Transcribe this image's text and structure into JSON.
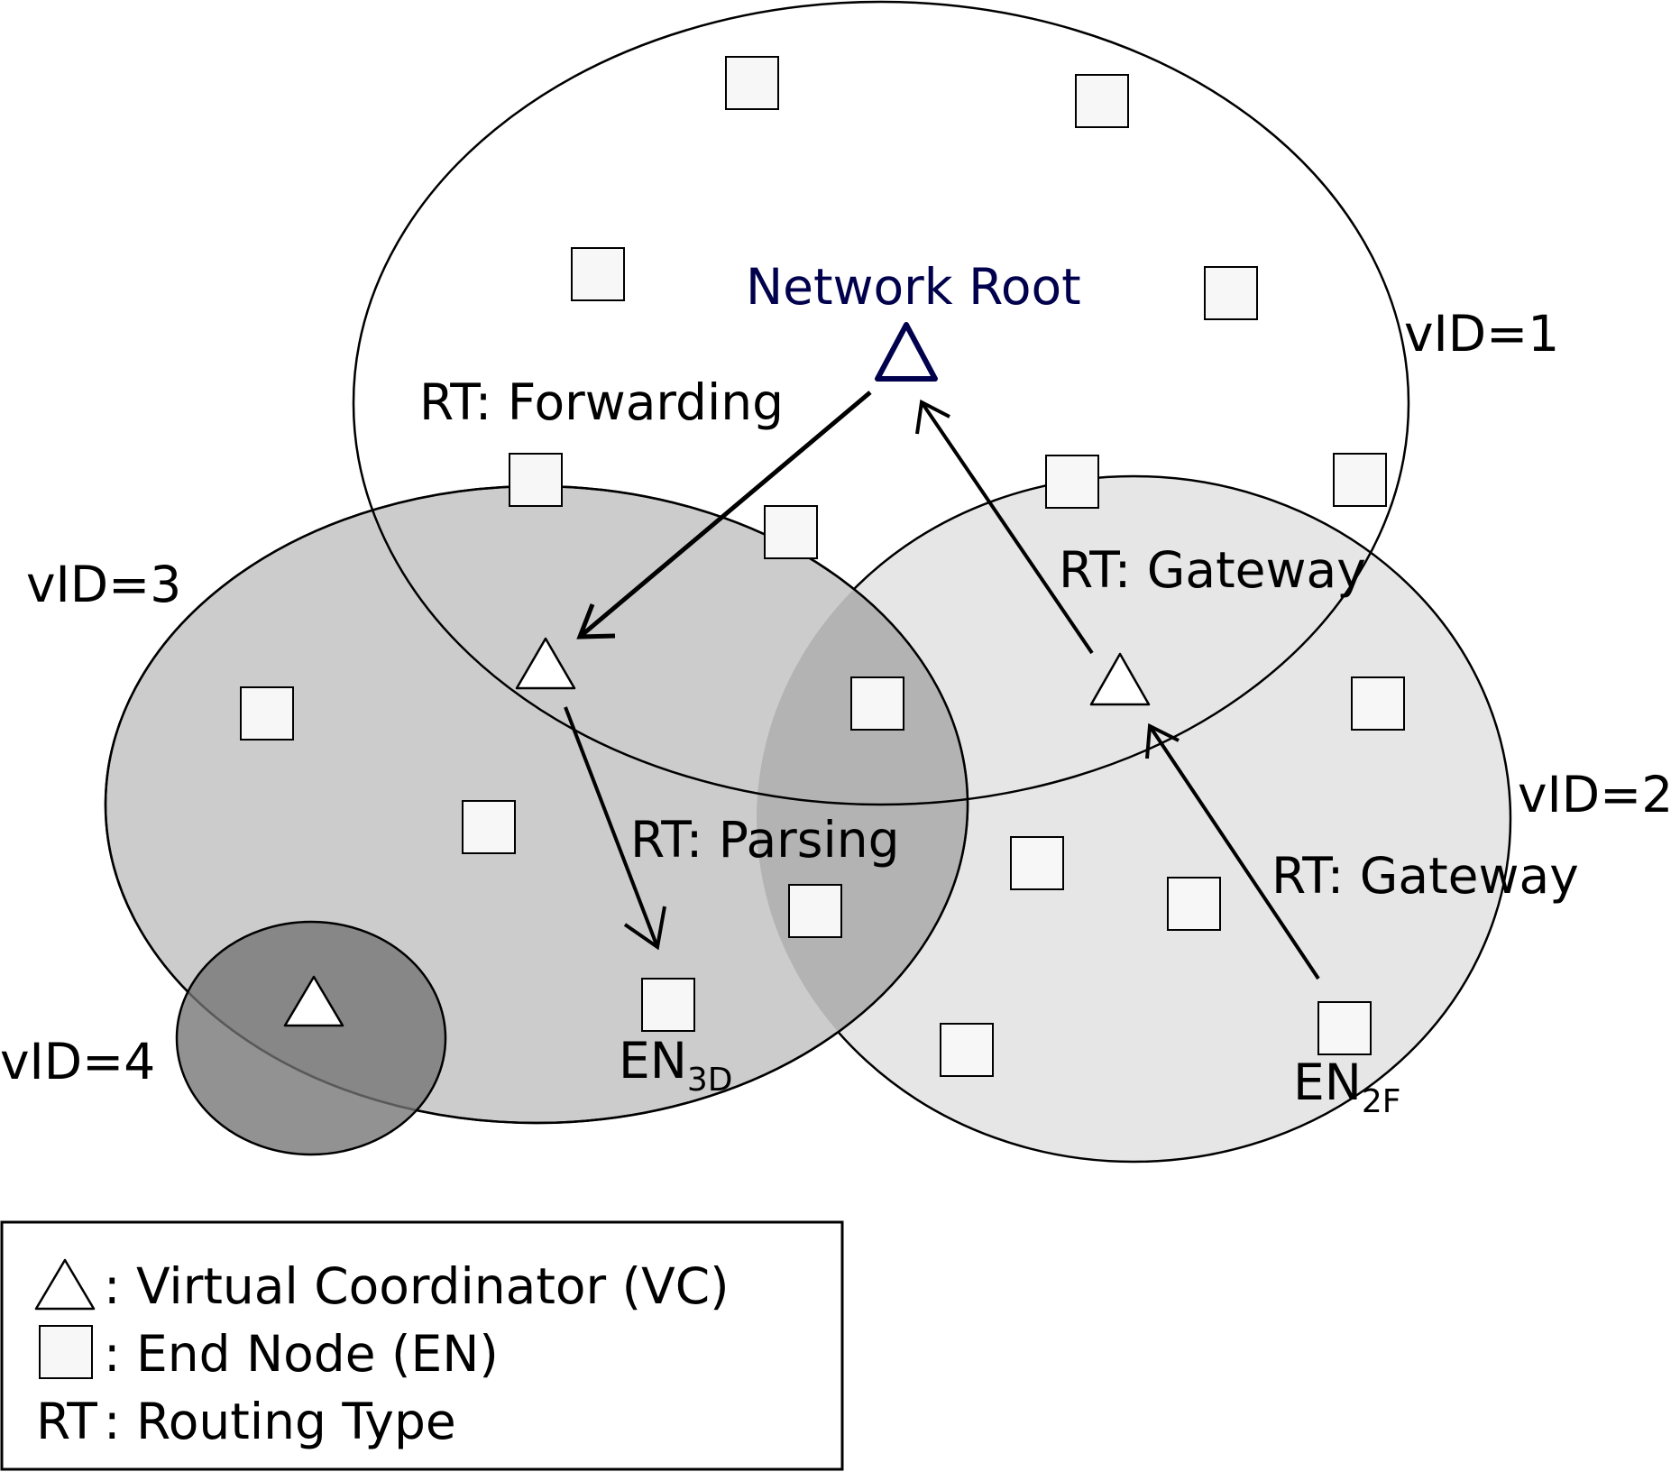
{
  "colors": {
    "zone_vid1_fill": "transparent",
    "zone_vid2_fill": "#e6e6e6",
    "zone_vid3_fill": "#cccccc",
    "zone_overlap_fill": "#b3b3b3",
    "zone_vid4_fill": "#737373",
    "root_color": "#00004d",
    "line_color": "#000000",
    "node_fill": "#f7f7f7"
  },
  "zones": [
    {
      "id": "vid1",
      "label": "vID=1"
    },
    {
      "id": "vid2",
      "label": "vID=2"
    },
    {
      "id": "vid3",
      "label": "vID=3"
    },
    {
      "id": "vid4",
      "label": "vID=4"
    }
  ],
  "network_root": {
    "label": "Network Root",
    "icon": "triangle-icon"
  },
  "routing_labels": {
    "forwarding": "RT: Forwarding",
    "gateway_upper": "RT: Gateway",
    "gateway_lower": "RT: Gateway",
    "parsing": "RT: Parsing"
  },
  "end_node_labels": {
    "en3d": {
      "base": "EN",
      "sub": "3D"
    },
    "en2f": {
      "base": "EN",
      "sub": "2F"
    }
  },
  "legend": {
    "vc": {
      "icon": "triangle-icon",
      "text": ": Virtual Coordinator (VC)"
    },
    "en": {
      "icon": "square-icon",
      "text": ": End Node (EN)"
    },
    "rt": {
      "prefix": "RT",
      "text": ": Routing Type"
    }
  }
}
